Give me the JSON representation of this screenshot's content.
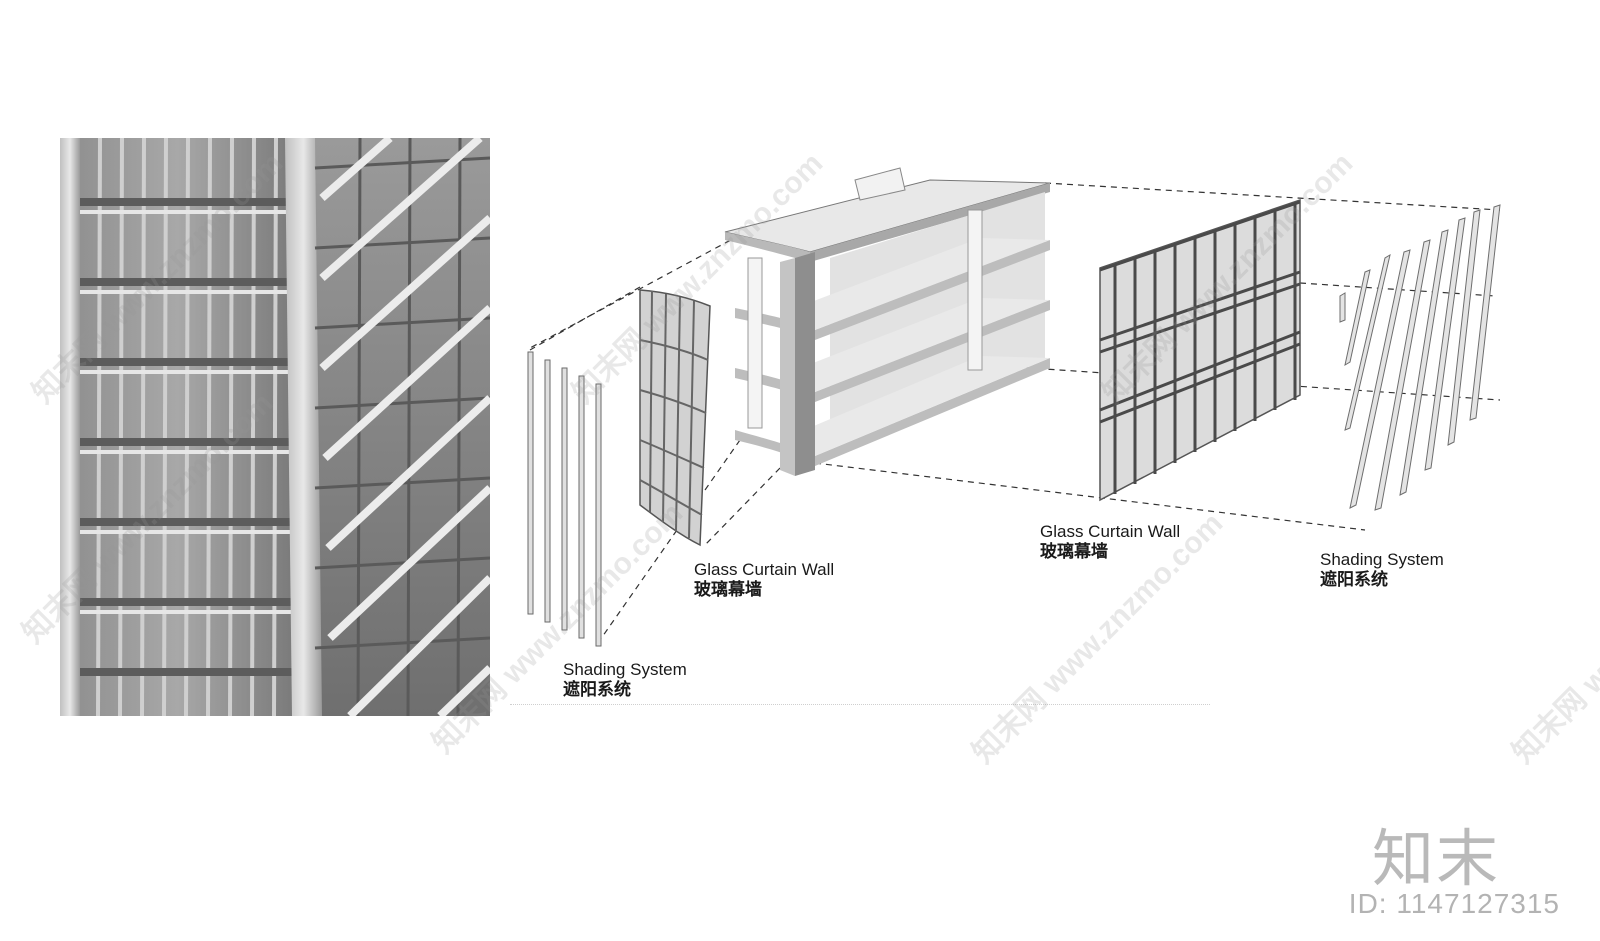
{
  "labels": {
    "glass_curtain_wall_left": {
      "en": "Glass Curtain Wall",
      "zh": "玻璃幕墙"
    },
    "shading_system_left": {
      "en": "Shading System",
      "zh": "遮阳系统"
    },
    "glass_curtain_wall_right": {
      "en": "Glass Curtain Wall",
      "zh": "玻璃幕墙"
    },
    "shading_system_right": {
      "en": "Shading System",
      "zh": "遮阳系统"
    }
  },
  "branding": {
    "logo_text": "知末",
    "image_id": "ID: 1147127315",
    "watermark": "知末网 www.znzmo.com"
  },
  "colors": {
    "frame_dark": "#555555",
    "slab_light": "#d8d8d8",
    "slab_top": "#eeeeee",
    "glass": "#c9c9c9",
    "photo_bg": "#9a9a9a"
  }
}
